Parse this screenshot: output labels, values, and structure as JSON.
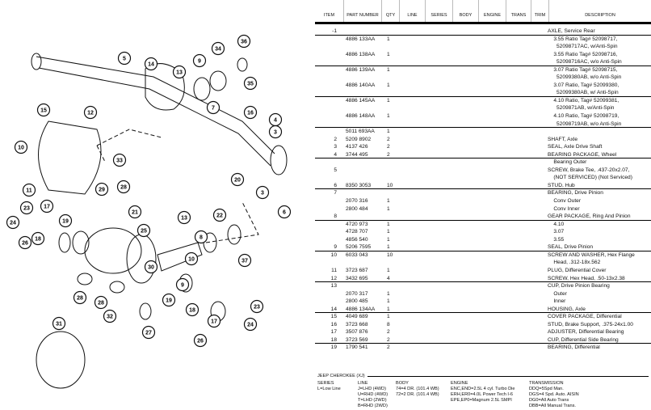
{
  "headers": [
    "ITEM",
    "PART NUMBER",
    "QTY",
    "LINE",
    "SERIES",
    "BODY",
    "ENGINE",
    "TRANS",
    "TRIM",
    "DESCRIPTION"
  ],
  "rows": [
    {
      "item": "-1",
      "part": "",
      "qty": "",
      "desc": "AXLE, Service Rear",
      "sep": true
    },
    {
      "item": "",
      "part": "4886 133AA",
      "qty": "1",
      "desc": "  3.55 Ratio Tag# 52098717,"
    },
    {
      "item": "",
      "part": "",
      "qty": "",
      "desc": "   52098717AC, w/Anti-Spin"
    },
    {
      "item": "",
      "part": "4886 138AA",
      "qty": "1",
      "desc": "  3.55 Ratio Tag# 52098716,"
    },
    {
      "item": "",
      "part": "",
      "qty": "",
      "desc": "   52098716AC, w/o Anti-Spin",
      "sep": true
    },
    {
      "item": "",
      "part": "4886 139AA",
      "qty": "1",
      "desc": "  3.07 Ratio Tag# 52098715,"
    },
    {
      "item": "",
      "part": "",
      "qty": "",
      "desc": "   52099380AB, w/o Anti-Spin"
    },
    {
      "item": "",
      "part": "4886 140AA",
      "qty": "1",
      "desc": "  3.07 Ratio, Tag# 52099380,"
    },
    {
      "item": "",
      "part": "",
      "qty": "",
      "desc": "   52099380AB, w/ Anti-Spin",
      "sep": true
    },
    {
      "item": "",
      "part": "4886 145AA",
      "qty": "1",
      "desc": "  4.10 Ratio, Tag# 52099381,"
    },
    {
      "item": "",
      "part": "",
      "qty": "",
      "desc": "   5209871AB, w/Anti-Spin"
    },
    {
      "item": "",
      "part": "4886 148AA",
      "qty": "1",
      "desc": "  4.10 Ratio, Tag# 52098719,"
    },
    {
      "item": "",
      "part": "",
      "qty": "",
      "desc": "   52098719AB, w/o Anti-Spin",
      "sep": true
    },
    {
      "item": "",
      "part": "5011 693AA",
      "qty": "1",
      "desc": ""
    },
    {
      "item": "2",
      "part": "5209 8902",
      "qty": "2",
      "desc": "SHAFT, Axle"
    },
    {
      "item": "3",
      "part": "4137 426",
      "qty": "2",
      "desc": "SEAL, Axle Drive Shaft"
    },
    {
      "item": "4",
      "part": "3744 495",
      "qty": "2",
      "desc": "BEARING PACKAGE, Wheel",
      "sep": true
    },
    {
      "item": "",
      "part": "",
      "qty": "",
      "desc": "  Bearing Outer"
    },
    {
      "item": "5",
      "part": "",
      "qty": "",
      "desc": "SCREW, Brake Tee, .437-20x2.07,"
    },
    {
      "item": "",
      "part": "",
      "qty": "",
      "desc": "  (NOT SERVICED) (Not Serviced)"
    },
    {
      "item": "6",
      "part": "8350 3053",
      "qty": "10",
      "desc": "STUD, Hub",
      "sep": true
    },
    {
      "item": "7",
      "part": "",
      "qty": "",
      "desc": "BEARING, Drive Pinion"
    },
    {
      "item": "",
      "part": "2070 316",
      "qty": "1",
      "desc": "  Conv Outer"
    },
    {
      "item": "",
      "part": "2800 484",
      "qty": "1",
      "desc": "  Conv Inner"
    },
    {
      "item": "8",
      "part": "",
      "qty": "",
      "desc": "GEAR PACKAGE, Ring And Pinion",
      "sep": true
    },
    {
      "item": "",
      "part": "4720 973",
      "qty": "1",
      "desc": "  4.10"
    },
    {
      "item": "",
      "part": "4728 707",
      "qty": "1",
      "desc": "  3.07"
    },
    {
      "item": "",
      "part": "4856 540",
      "qty": "1",
      "desc": "  3.55"
    },
    {
      "item": "9",
      "part": "5206 7595",
      "qty": "1",
      "desc": "SEAL, Drive Pinion",
      "sep": true
    },
    {
      "item": "10",
      "part": "6033 043",
      "qty": "10",
      "desc": "SCREW AND WASHER, Hex Flange"
    },
    {
      "item": "",
      "part": "",
      "qty": "",
      "desc": "  Head, .312-18x.562"
    },
    {
      "item": "11",
      "part": "3723 687",
      "qty": "1",
      "desc": "PLUG, Differential Cover"
    },
    {
      "item": "12",
      "part": "3432 695",
      "qty": "4",
      "desc": "SCREW, Hex Head, .50-13x2.38",
      "sep": true
    },
    {
      "item": "13",
      "part": "",
      "qty": "",
      "desc": "CUP, Drive Pinion Bearing"
    },
    {
      "item": "",
      "part": "2070 317",
      "qty": "1",
      "desc": "  Outer"
    },
    {
      "item": "",
      "part": "2800 485",
      "qty": "1",
      "desc": "  Inner"
    },
    {
      "item": "14",
      "part": "4886 134AA",
      "qty": "1",
      "desc": "HOUSING, Axle",
      "sep": true
    },
    {
      "item": "15",
      "part": "4049 689",
      "qty": "1",
      "desc": "COVER PACKAGE, Differential"
    },
    {
      "item": "16",
      "part": "3723 668",
      "qty": "8",
      "desc": "STUD, Brake Support, .375-24x1.00"
    },
    {
      "item": "17",
      "part": "3507 876",
      "qty": "2",
      "desc": "ADJUSTER, Differential Bearing"
    },
    {
      "item": "18",
      "part": "3723 569",
      "qty": "2",
      "desc": "CUP, Differential Side Bearing",
      "sep": true
    },
    {
      "item": "19",
      "part": "1790 541",
      "qty": "2",
      "desc": "BEARING, Differential"
    }
  ],
  "footer": {
    "title": "JEEP CHEROKEE (XJ)",
    "series": [
      "SERIES",
      "L=Low Line"
    ],
    "line": [
      "LINE",
      "J=LHD (4WD)",
      "U=RHD (4WD)",
      "T=LHD (2WD)",
      "B=RHD (2WD)"
    ],
    "body": [
      "BODY",
      "74=4 DR. (101.4 WB)",
      "72=2 DR. (101.4 WB)"
    ],
    "engine": [
      "ENGINE",
      "ENC,END=2.5L 4 cyl. Turbo Die",
      "ERH,ER0=4.0L Power Tech I-6",
      "EPE,EP0=Magnum 2.5L SMPI"
    ],
    "transmission": [
      "TRANSMISSION",
      "DDQ=5Spd Man.",
      "DGS=4 Spd. Auto. AISIN",
      "DG0=All Auto Trans",
      "DBB=All Manual Trans."
    ]
  },
  "callouts": [
    "36",
    "34",
    "9",
    "5",
    "14",
    "35",
    "13",
    "7",
    "15",
    "12",
    "16",
    "4",
    "3",
    "10",
    "33",
    "20",
    "3",
    "6",
    "11",
    "29",
    "28",
    "17",
    "23",
    "24",
    "21",
    "22",
    "19",
    "18",
    "26",
    "25",
    "13",
    "8",
    "30",
    "37",
    "28",
    "28",
    "10",
    "9",
    "19",
    "18",
    "32",
    "17",
    "23",
    "24",
    "27",
    "31",
    "26"
  ]
}
